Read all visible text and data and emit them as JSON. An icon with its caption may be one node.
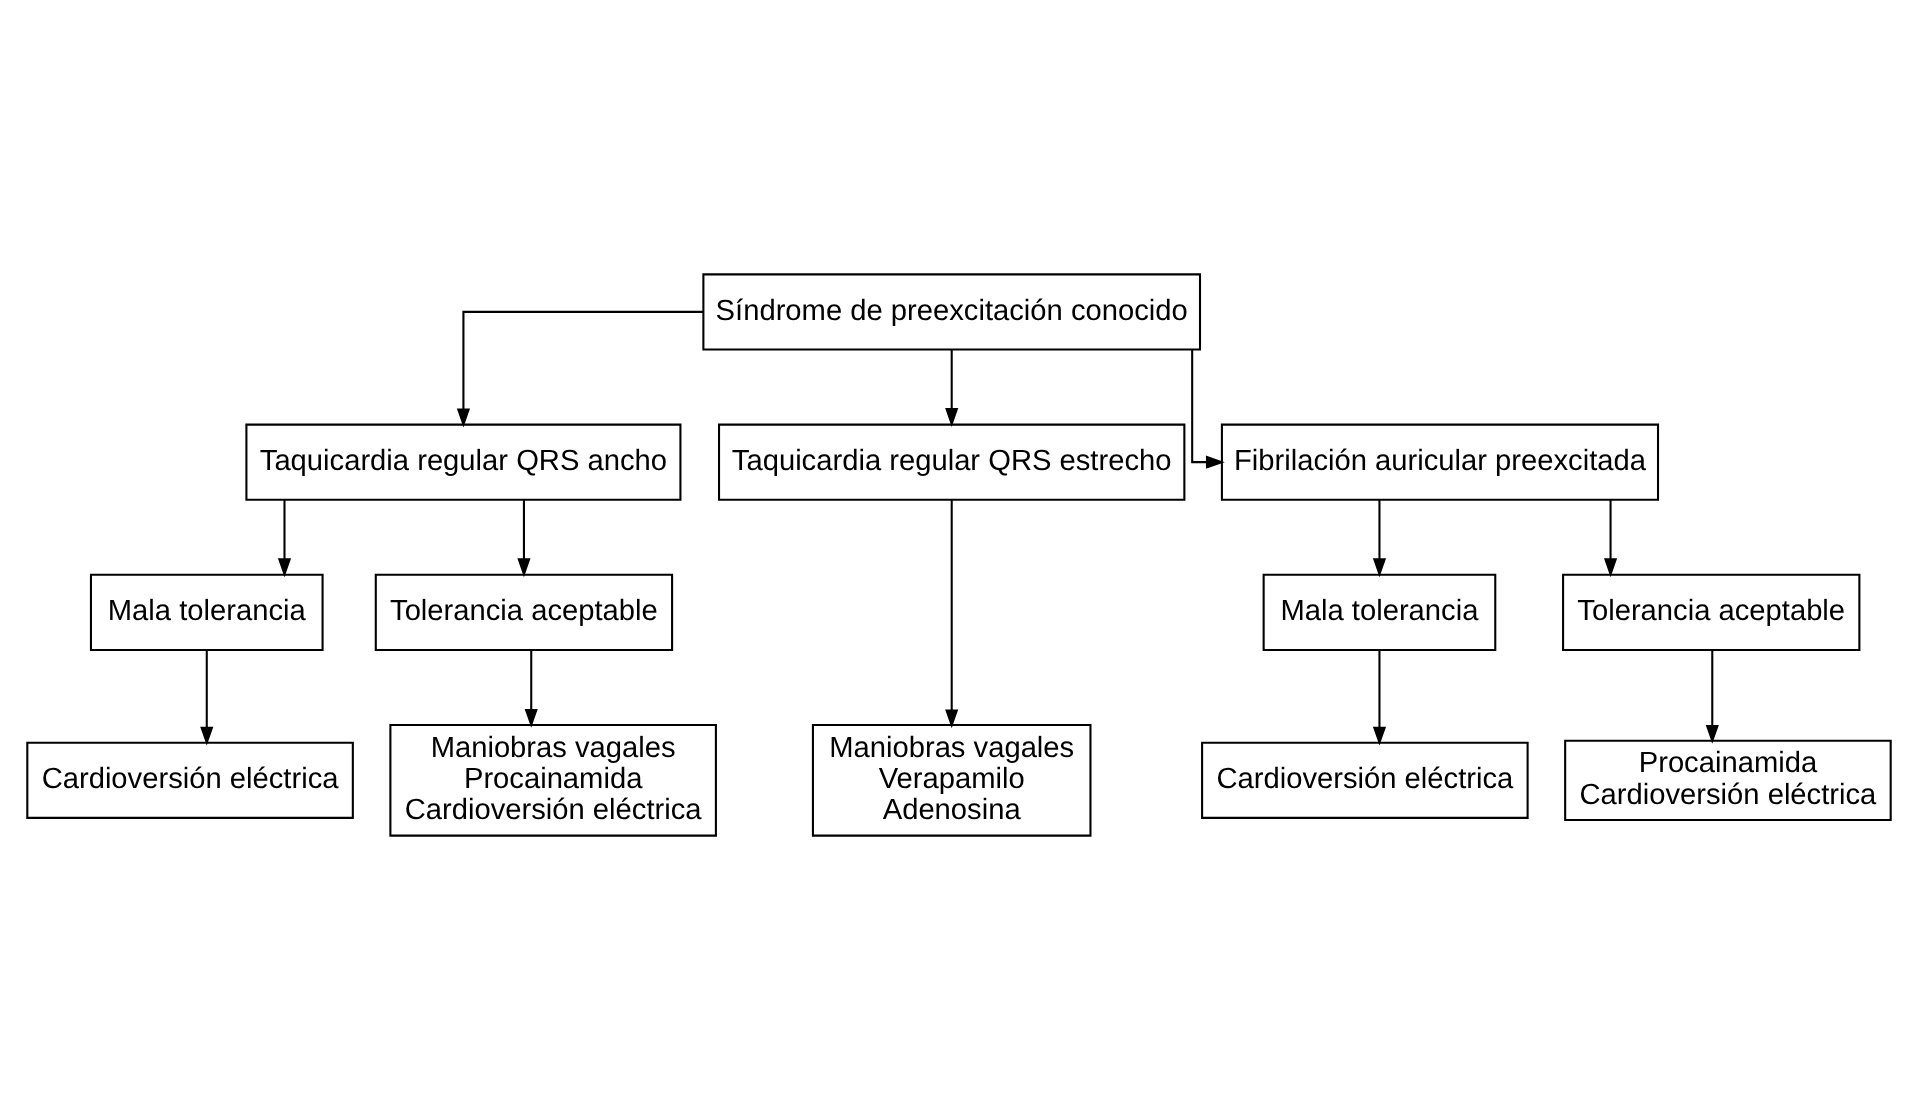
{
  "diagram": {
    "nodes": [
      {
        "text": [
          "Síndrome de preexcitación conocido"
        ]
      },
      {
        "text": [
          "Taquicardia regular QRS ancho"
        ]
      },
      {
        "text": [
          "Taquicardia regular QRS estrecho"
        ]
      },
      {
        "text": [
          "Fibrilación auricular preexcitada"
        ]
      },
      {
        "text": [
          "Mala tolerancia"
        ]
      },
      {
        "text": [
          "Tolerancia aceptable"
        ]
      },
      {
        "text": [
          "Mala tolerancia"
        ]
      },
      {
        "text": [
          "Tolerancia aceptable"
        ]
      },
      {
        "text": [
          "Cardioversión eléctrica"
        ]
      },
      {
        "text": [
          "Maniobras vagales",
          "Procainamida",
          "Cardioversión eléctrica"
        ]
      },
      {
        "text": [
          "Maniobras vagales",
          "Verapamilo",
          "Adenosina"
        ]
      },
      {
        "text": [
          "Cardioversión eléctrica"
        ]
      },
      {
        "text": [
          "Procainamida",
          "Cardioversión eléctrica"
        ]
      }
    ],
    "edges": [
      {
        "from": 0,
        "to": 1,
        "arrow": "to"
      },
      {
        "from": 0,
        "to": 2,
        "arrow": "to"
      },
      {
        "from": 0,
        "to": 3,
        "arrow": "to"
      },
      {
        "from": 1,
        "to": 4,
        "arrow": "to"
      },
      {
        "from": 1,
        "to": 5,
        "arrow": "to"
      },
      {
        "from": 2,
        "to": 10,
        "arrow": "to"
      },
      {
        "from": 3,
        "to": 6,
        "arrow": "to"
      },
      {
        "from": 3,
        "to": 7,
        "arrow": "to"
      },
      {
        "from": 4,
        "to": 8,
        "arrow": "to"
      },
      {
        "from": 5,
        "to": 9,
        "arrow": "to"
      },
      {
        "from": 6,
        "to": 11,
        "arrow": "to"
      },
      {
        "from": 7,
        "to": 12,
        "arrow": "to"
      }
    ]
  }
}
